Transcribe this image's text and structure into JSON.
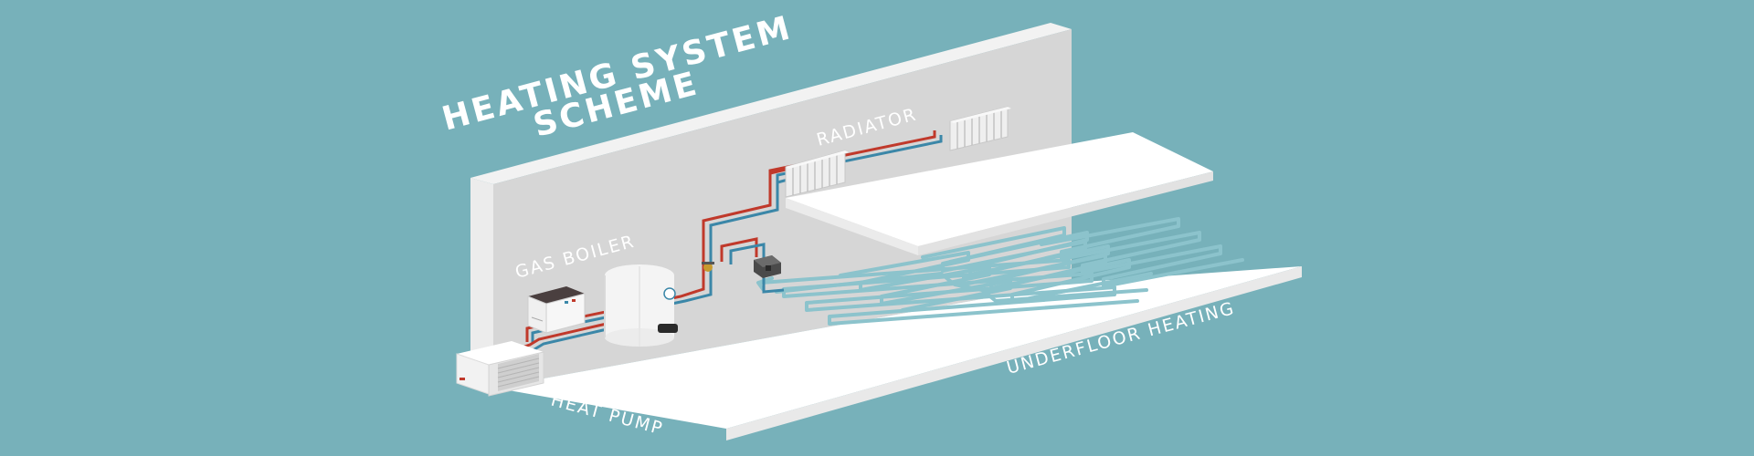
{
  "title": {
    "line1": "HEATING SYSTEM",
    "line2": "SCHEME"
  },
  "labels": {
    "radiator": "RADIATOR",
    "gas_boiler": "GAS BOILER",
    "heat_pump": "HEAT PUMP",
    "underfloor_heating": "UNDERFLOOR HEATING"
  },
  "colors": {
    "background": "#77b1ba",
    "wall": "#d6d6d6",
    "floor": "#ffffff",
    "hot_pipe": "#c0392b",
    "cold_pipe": "#3b87a8",
    "floor_loop": "#8cc3cc"
  }
}
